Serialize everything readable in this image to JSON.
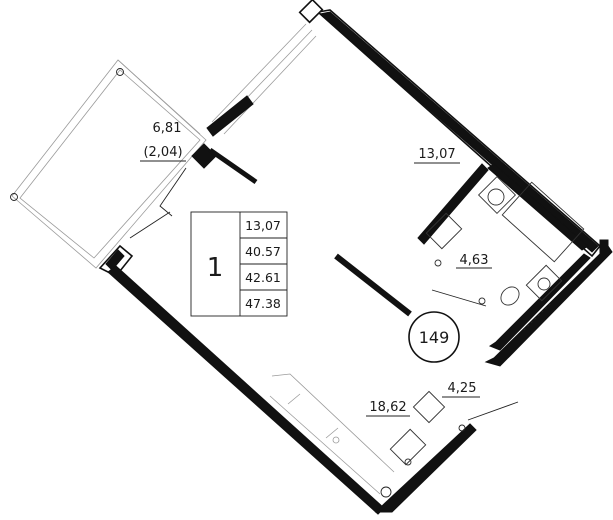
{
  "apartment": {
    "number": "1",
    "plan_id": "149",
    "areas": [
      "13,07",
      "40.57",
      "42.61",
      "47.38"
    ]
  },
  "rooms": {
    "balcony": {
      "area": "6,81",
      "reduced_area": "(2,04)"
    },
    "room": {
      "area": "13,07"
    },
    "bathroom": {
      "area": "4,63"
    },
    "kitchen_living": {
      "area": "18,62"
    },
    "hall": {
      "area": "4,25"
    }
  },
  "colors": {
    "wall": "#111111",
    "background": "#ffffff",
    "fixture": "#333333"
  }
}
